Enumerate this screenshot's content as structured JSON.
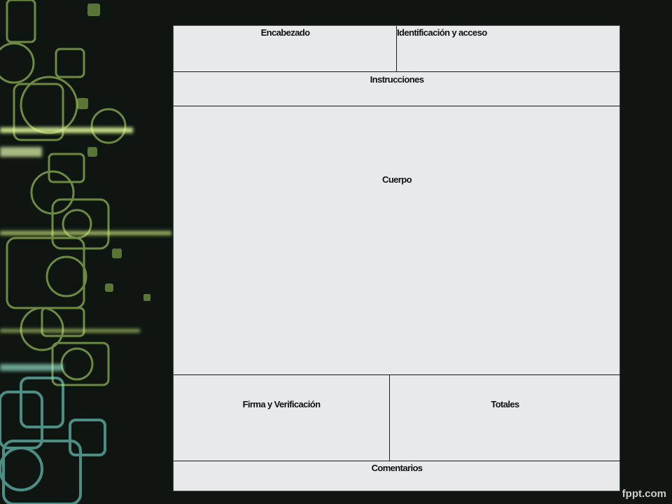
{
  "sections": {
    "encabezado": "Encabezado",
    "identificacion": "Identificación y acceso",
    "instrucciones": "Instrucciones",
    "cuerpo": "Cuerpo",
    "firma": "Firma y Verificación",
    "totales": "Totales",
    "comentarios": "Comentarios"
  },
  "watermark": "fppt.com",
  "colors": {
    "background": "#0f1612",
    "panel": "#e8e9eb",
    "accent_green": "#c7f26a",
    "accent_cyan": "#7ff0e0"
  }
}
